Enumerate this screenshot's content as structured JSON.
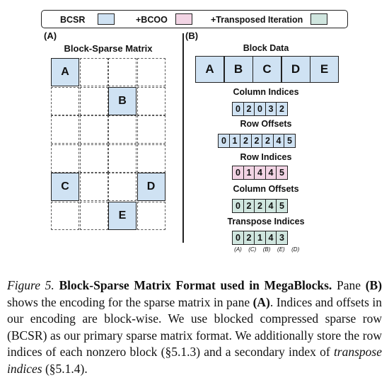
{
  "legend": {
    "items": [
      {
        "label": "BCSR",
        "color": "#cfe2f3"
      },
      {
        "label": "+BCOO",
        "color": "#f2d4e4"
      },
      {
        "label": "+Transposed Iteration",
        "color": "#d0e6df"
      }
    ]
  },
  "pane_a": {
    "label": "(A)",
    "title": "Block-Sparse Matrix",
    "blocks": [
      {
        "name": "A",
        "row": 0,
        "col": 0
      },
      {
        "name": "B",
        "row": 1,
        "col": 2
      },
      {
        "name": "C",
        "row": 4,
        "col": 0
      },
      {
        "name": "D",
        "row": 4,
        "col": 3
      },
      {
        "name": "E",
        "row": 5,
        "col": 2
      }
    ],
    "rows": 6,
    "cols": 4
  },
  "pane_b": {
    "label": "(B)",
    "block_data": {
      "title": "Block Data",
      "values": [
        "A",
        "B",
        "C",
        "D",
        "E"
      ]
    },
    "column_indices": {
      "title": "Column Indices",
      "values": [
        "0",
        "2",
        "0",
        "3",
        "2"
      ]
    },
    "row_offsets": {
      "title": "Row Offsets",
      "values": [
        "0",
        "1",
        "2",
        "2",
        "2",
        "4",
        "5"
      ]
    },
    "row_indices": {
      "title": "Row Indices",
      "values": [
        "0",
        "1",
        "4",
        "4",
        "5"
      ]
    },
    "column_offsets": {
      "title": "Column Offsets",
      "values": [
        "0",
        "2",
        "2",
        "4",
        "5"
      ]
    },
    "transpose_indices": {
      "title": "Transpose Indices",
      "values": [
        "0",
        "2",
        "1",
        "4",
        "3"
      ]
    },
    "transpose_labels": [
      "(A)",
      "(C)",
      "(B)",
      "(E)",
      "(D)"
    ]
  },
  "caption": {
    "figure": "Figure 5.",
    "title": "Block-Sparse Matrix Format used in MegaBlocks.",
    "body_1": "Pane ",
    "pane_b": "(B)",
    "body_2": " shows the encoding for the sparse matrix in pane ",
    "pane_a": "(A)",
    "body_3": ". Indices and offsets in our encoding are block-wise. We use blocked compressed sparse row (BCSR) as our primary sparse matrix format. We additionally store the row indices of each nonzero block (§5.1.3) and a secondary index of ",
    "italic": "transpose indices",
    "body_4": " (§5.1.4)."
  }
}
